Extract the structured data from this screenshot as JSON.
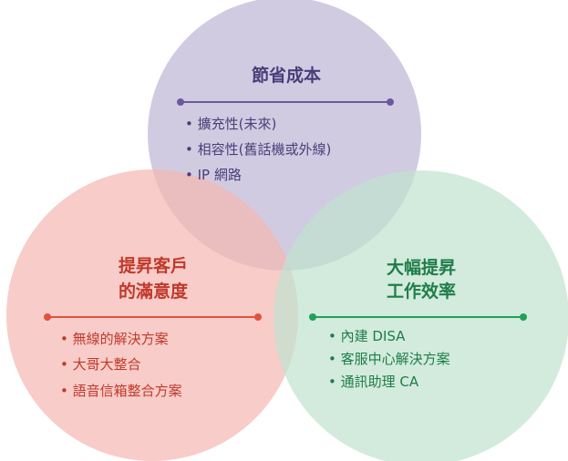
{
  "colors": {
    "top_fill": "#c5bedb",
    "top_accent": "#6b5a9e",
    "top_text": "#4a3f78",
    "left_fill": "#f5b7b1",
    "left_accent": "#e0533f",
    "left_text": "#c0392b",
    "right_fill": "#bfe3cf",
    "right_accent": "#22a05a",
    "right_text": "#1e7d48"
  },
  "diagram": {
    "top": {
      "title": "節省成本",
      "items": [
        "擴充性(未來)",
        "相容性(舊話機或外線)",
        "IP 網路"
      ]
    },
    "left": {
      "title_line1": "提昇客戶",
      "title_line2": "的滿意度",
      "items": [
        "無線的解決方案",
        "大哥大整合",
        "語音信箱整合方案"
      ]
    },
    "right": {
      "title_line1": "大幅提昇",
      "title_line2": "工作效率",
      "items": [
        "內建 DISA",
        "客服中心解決方案",
        "通訊助理 CA"
      ]
    }
  }
}
